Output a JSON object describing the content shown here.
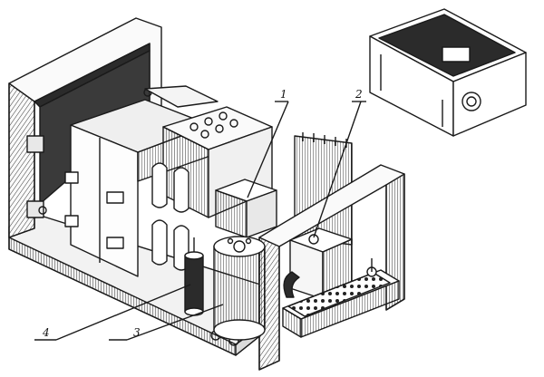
{
  "callouts": [
    {
      "id": "1",
      "label": "1"
    },
    {
      "id": "2",
      "label": "2"
    },
    {
      "id": "3",
      "label": "3"
    },
    {
      "id": "4",
      "label": "4"
    }
  ],
  "colors": {
    "ink": "#1a1a1a",
    "paper": "#ffffff",
    "shade": "#8a8a8a",
    "dark": "#2b2b2b"
  }
}
